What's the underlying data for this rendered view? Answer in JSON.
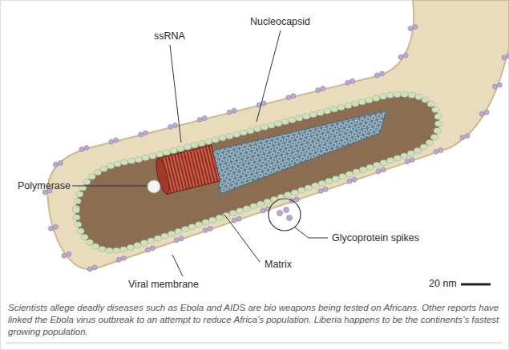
{
  "diagram": {
    "caption": "Scientists allege deadly diseases such as Ebola and AIDS are bio weapons being tested on Africans. Other reports have linked the Ebola virus outbreak to an attempt to reduce Africa’s population. Liberia happens to be the continents’s fastest growing population.",
    "labels": [
      "Nucleocapsid",
      "ssRNA",
      "Polymerase",
      "Glycoprotein spikes",
      "Matrix",
      "Viral membrane",
      "20 nm"
    ]
  }
}
